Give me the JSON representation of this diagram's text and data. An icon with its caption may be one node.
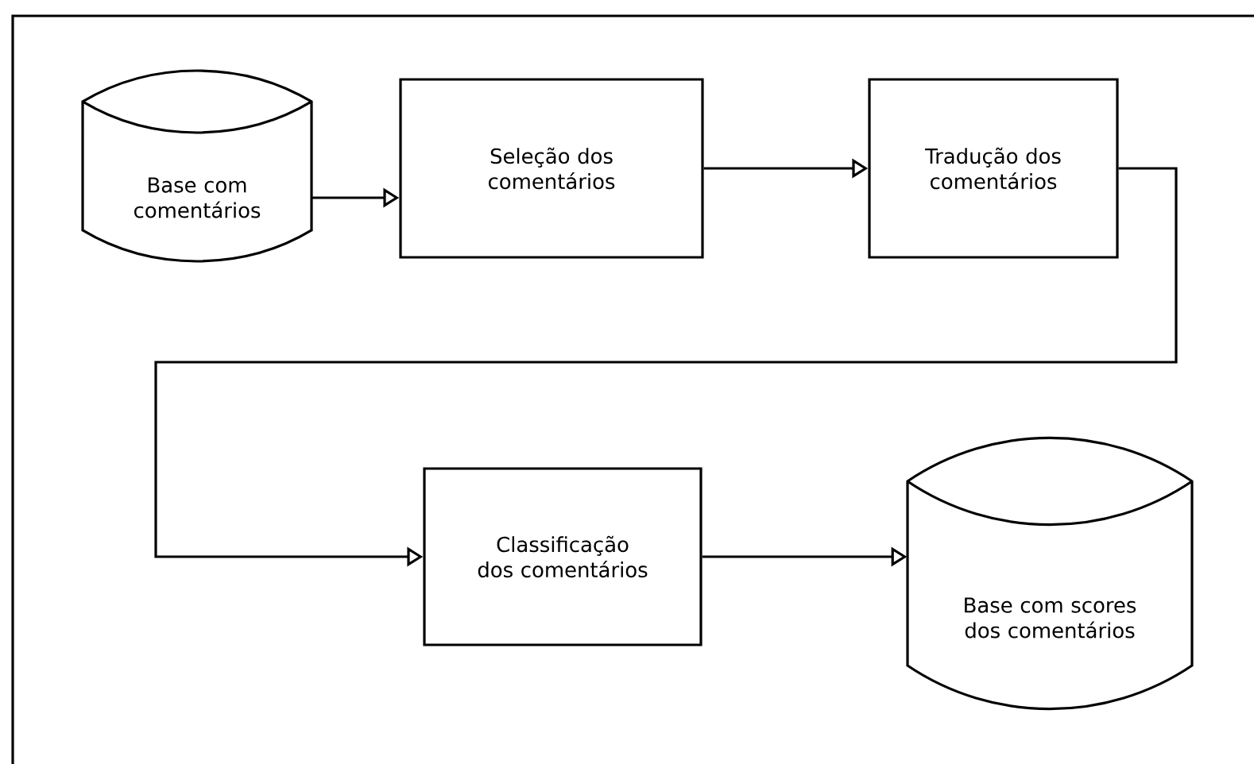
{
  "diagram": {
    "nodes": [
      {
        "text": [
          "Base com comentários"
        ]
      },
      {
        "text": [
          "Seleção dos comentários"
        ]
      },
      {
        "text": [
          "Tradução dos comentários"
        ]
      },
      {
        "text": [
          "Classificação dos comentários"
        ]
      },
      {
        "text": [
          "Base com scores dos comentários"
        ]
      }
    ],
    "edges": [
      {
        "from": 0,
        "to": 1,
        "arrow": "to"
      },
      {
        "from": 1,
        "to": 2,
        "arrow": "to"
      },
      {
        "from": 2,
        "to": 3,
        "arrow": "to"
      },
      {
        "from": 3,
        "to": 4,
        "arrow": "to"
      }
    ]
  }
}
